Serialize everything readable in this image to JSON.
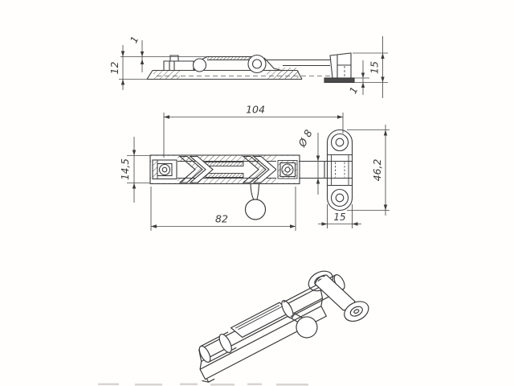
{
  "drawing": {
    "subject": "Surface-mounted barrel door bolt with keeper, three-view technical drawing",
    "line_color": "#3b3b3b",
    "dims": {
      "side_height": "12",
      "side_cover_thickness": "1",
      "side_keeper_height": "15",
      "side_keeper_plate": "1",
      "plan_overall_length": "104",
      "plan_rod_diameter": "Ø 8",
      "plan_body_width": "14,5",
      "plan_body_length": "82",
      "plan_keeper_length": "46,2",
      "plan_keeper_width": "15"
    }
  }
}
